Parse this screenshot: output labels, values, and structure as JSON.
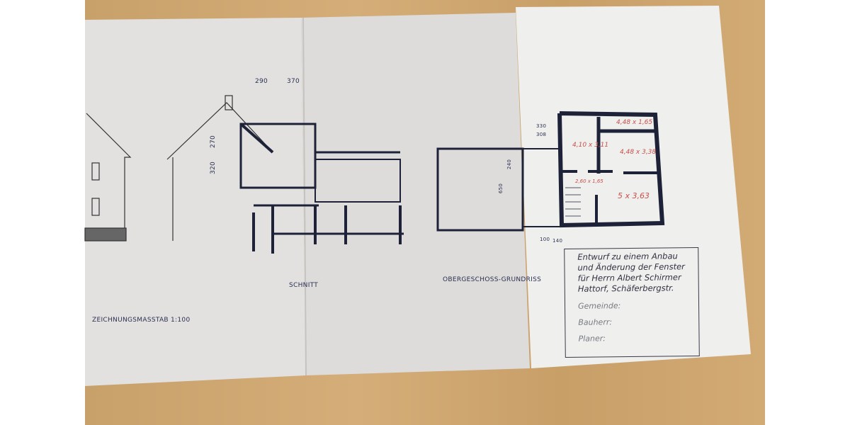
{
  "drawing": {
    "scale_label": "ZEICHNUNGSMASSTAB 1:100",
    "section_label": "SCHNITT",
    "floorplan_label": "OBERGESCHOSS-GRUNDRISS",
    "dimensions": [
      "290",
      "370",
      "270",
      "320",
      "330",
      "308",
      "240",
      "650",
      "100",
      "140"
    ],
    "room_sizes": [
      "4,48 x 1,65",
      "4,10 x 3,11",
      "4,48 x 3,38",
      "2,60 x 1,65",
      "5 x 3,63"
    ]
  },
  "title_block": {
    "lines": [
      "Entwurf zu einem Anbau",
      "und Änderung der Fenster",
      "für Herrn Albert Schirmer",
      "Hattorf, Schäferbergstr."
    ],
    "fields": [
      "Gemeinde:",
      "Bauherr:",
      "Planer:"
    ]
  },
  "colors": {
    "ink": "#1e2238",
    "red_pencil": "#c8504a",
    "paper": "#e9e8e6",
    "wood": "#c8a06a"
  }
}
